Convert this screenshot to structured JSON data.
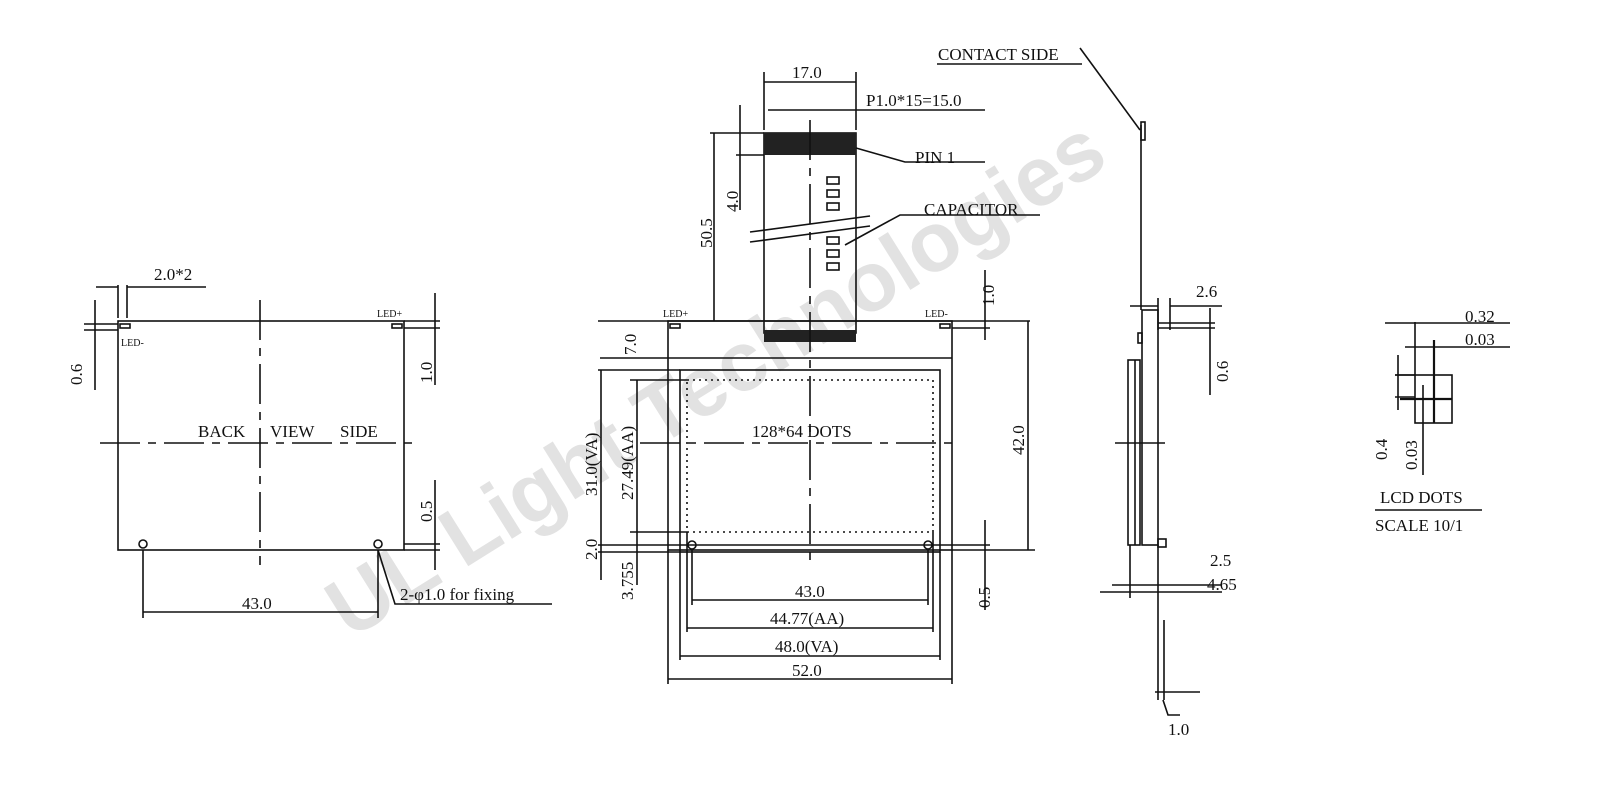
{
  "watermark": "UL Light Technologies",
  "back_view": {
    "pitch_label": "2.0*2",
    "led_plus": "LED+",
    "led_minus": "LED-",
    "dim_left": "0.6",
    "dim_right_top": "1.0",
    "title_back": "BACK",
    "title_view": "VIEW",
    "title_side": "SIDE",
    "dim_right_bottom": "0.5",
    "hole_spacing": "43.0",
    "fixing_note": "2-φ1.0 for  fixing"
  },
  "front_view": {
    "fpc_width": "17.0",
    "pin_pitch": "P1.0*15=15.0",
    "pin1": "PIN 1",
    "capacitor": "CAPACITOR",
    "dim_4": "4.0",
    "dim_50_5": "50.5",
    "dim_1_0": "1.0",
    "led_plus": "LED+",
    "led_minus": "LED-",
    "dim_7_0": "7.0",
    "va_height": "31.0(VA)",
    "aa_height": "27.49(AA)",
    "dots": "128*64  DOTS",
    "height": "42.0",
    "dim_2_0": "2.0",
    "dim_3_755": "3.755",
    "dim_0_5": "0.5",
    "hole_spacing": "43.0",
    "aa_width": "44.77(AA)",
    "va_width": "48.0(VA)",
    "width": "52.0"
  },
  "side_view": {
    "contact_side": "CONTACT SIDE",
    "dim_2_6": "2.6",
    "dim_0_6": "0.6",
    "dim_2_5": "2.5",
    "dim_4_65": "4.65",
    "dim_1_0": "1.0"
  },
  "dot_detail": {
    "dim_0_32": "0.32",
    "dim_0_03_h": "0.03",
    "dim_0_4": "0.4",
    "dim_0_03_v": "0.03",
    "title": "LCD DOTS",
    "scale": "SCALE   10/1"
  }
}
